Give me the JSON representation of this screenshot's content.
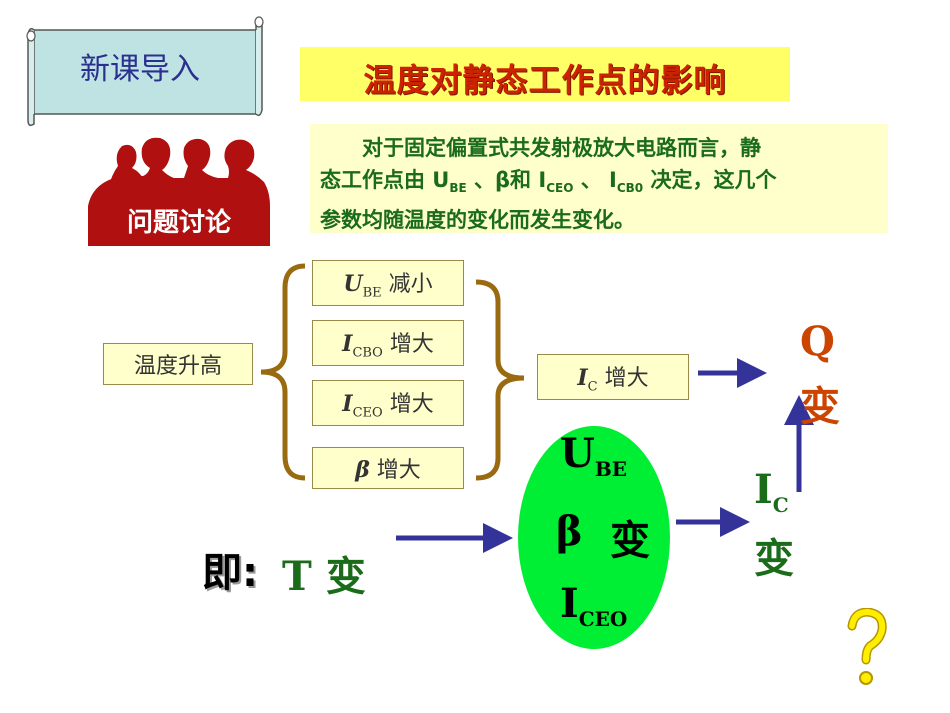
{
  "scroll": {
    "label": "新课导入"
  },
  "title": "温度对静态工作点的影响",
  "desc": {
    "line1": "对于固定偏置式共发射极放大电路而言，静",
    "line2_pre": "态工作点由 U",
    "line2_sub1": "BE",
    "line2_mid1": " 、β和 I",
    "line2_sub2": "CEO",
    "line2_mid2": " 、 I",
    "line2_sub3": "CB0",
    "line2_post": " 决定，这几个",
    "line3": "参数均随温度的变化而发生变化。"
  },
  "discuss": {
    "label": "问题讨论"
  },
  "flow": {
    "temp_rise": "温度升高",
    "ube": {
      "var": "U",
      "sub": "BE",
      "text": " 减小"
    },
    "icbo": {
      "var": "I",
      "sub": "CBO",
      "text": " 增大"
    },
    "iceo": {
      "var": "I",
      "sub": "CEO",
      "text": " 增大"
    },
    "beta": {
      "var": "β",
      "text": " 增大"
    },
    "ic": {
      "var": "I",
      "sub": "C",
      "text": " 增大"
    },
    "q": "Q",
    "q_change": "变"
  },
  "summary": {
    "ji": "即:",
    "t_change": "T 变",
    "ellipse_ube": "U",
    "ellipse_ube_sub": "BE",
    "ellipse_beta": "β",
    "ellipse_change": "变",
    "ellipse_iceo": "I",
    "ellipse_iceo_sub": "CEO",
    "ic": "I",
    "ic_sub": "C",
    "ic_change": "变"
  },
  "colors": {
    "title": "#cc2200",
    "title_bg": "#ffff66",
    "desc_text": "#1a6b1a",
    "arrow": "#333399",
    "ellipse": "#00ee33",
    "brace": "#9a6a10",
    "q": "#cc4400",
    "green_text": "#1a6b1a"
  },
  "icons": [
    "scroll-banner",
    "people-discussion-icon",
    "question-mark-icon"
  ]
}
